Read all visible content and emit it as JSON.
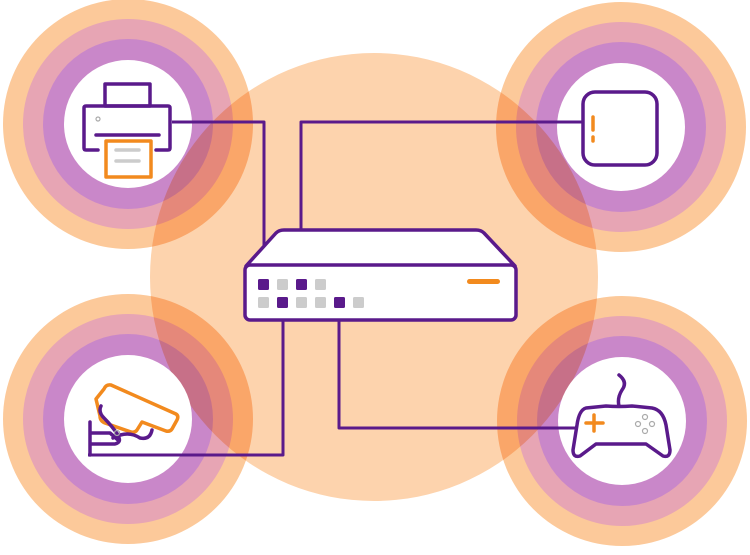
{
  "colors": {
    "background": "#ffffff",
    "hub_halo": "#fdd3ad",
    "ring_outer": "#fcc99a",
    "ring_middle": "#e7a5b4",
    "ring_inner": "#c987c9",
    "device_center": "#ffffff",
    "line": "#5a1a8b",
    "accent": "#f28a1e",
    "port_idle": "#cccccc"
  },
  "devices": [
    {
      "id": "printer",
      "icon": "printer-icon"
    },
    {
      "id": "tablet",
      "icon": "smart-device-icon"
    },
    {
      "id": "camera",
      "icon": "security-camera-icon"
    },
    {
      "id": "gamepad",
      "icon": "game-controller-icon"
    }
  ],
  "hub": {
    "icon": "network-switch-icon",
    "ports_row1_connected": [
      true,
      false,
      true,
      false
    ],
    "ports_row2_connected": [
      false,
      true,
      false,
      false,
      true,
      false
    ]
  }
}
